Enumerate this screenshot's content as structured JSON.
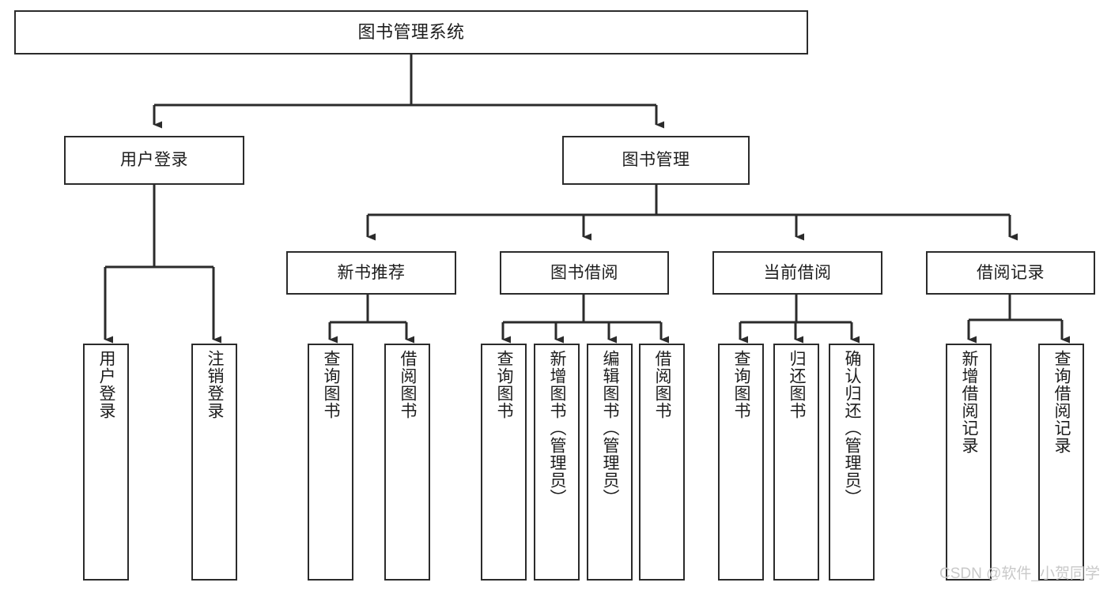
{
  "diagram": {
    "type": "tree-hierarchy",
    "title": "图书管理系统",
    "orientation": "top-down",
    "root": {
      "id": "root",
      "label": "图书管理系统"
    },
    "level2": [
      {
        "id": "user-login",
        "label": "用户登录"
      },
      {
        "id": "book-manage",
        "label": "图书管理"
      }
    ],
    "level3": [
      {
        "id": "new-book-recommend",
        "label": "新书推荐",
        "parent": "book-manage"
      },
      {
        "id": "book-borrow",
        "label": "图书借阅",
        "parent": "book-manage"
      },
      {
        "id": "current-borrow",
        "label": "当前借阅",
        "parent": "book-manage"
      },
      {
        "id": "borrow-record",
        "label": "借阅记录",
        "parent": "book-manage"
      }
    ],
    "leaves": [
      {
        "id": "leaf-user-login",
        "label": "用户登录",
        "parent": "user-login"
      },
      {
        "id": "leaf-logout",
        "label": "注销登录",
        "parent": "user-login"
      },
      {
        "id": "leaf-query-book-1",
        "label": "查询图书",
        "parent": "new-book-recommend"
      },
      {
        "id": "leaf-borrow-book-1",
        "label": "借阅图书",
        "parent": "new-book-recommend"
      },
      {
        "id": "leaf-query-book-2",
        "label": "查询图书",
        "parent": "book-borrow"
      },
      {
        "id": "leaf-add-book",
        "label": "新增图书（管理员）",
        "parent": "book-borrow"
      },
      {
        "id": "leaf-edit-book",
        "label": "编辑图书（管理员）",
        "parent": "book-borrow"
      },
      {
        "id": "leaf-borrow-book-2",
        "label": "借阅图书",
        "parent": "book-borrow"
      },
      {
        "id": "leaf-query-book-3",
        "label": "查询图书",
        "parent": "current-borrow"
      },
      {
        "id": "leaf-return-book",
        "label": "归还图书",
        "parent": "current-borrow"
      },
      {
        "id": "leaf-confirm-return",
        "label": "确认归还（管理员）",
        "parent": "current-borrow"
      },
      {
        "id": "leaf-add-record",
        "label": "新增借阅记录",
        "parent": "borrow-record"
      },
      {
        "id": "leaf-query-record",
        "label": "查询借阅记录",
        "parent": "borrow-record"
      }
    ],
    "colors": {
      "stroke": "#2b2b2b",
      "fill": "#ffffff",
      "text": "#1d1d1d",
      "watermark": "#c9c9c9"
    }
  },
  "watermark": {
    "text": "CSDN @软件_小贺同学"
  }
}
